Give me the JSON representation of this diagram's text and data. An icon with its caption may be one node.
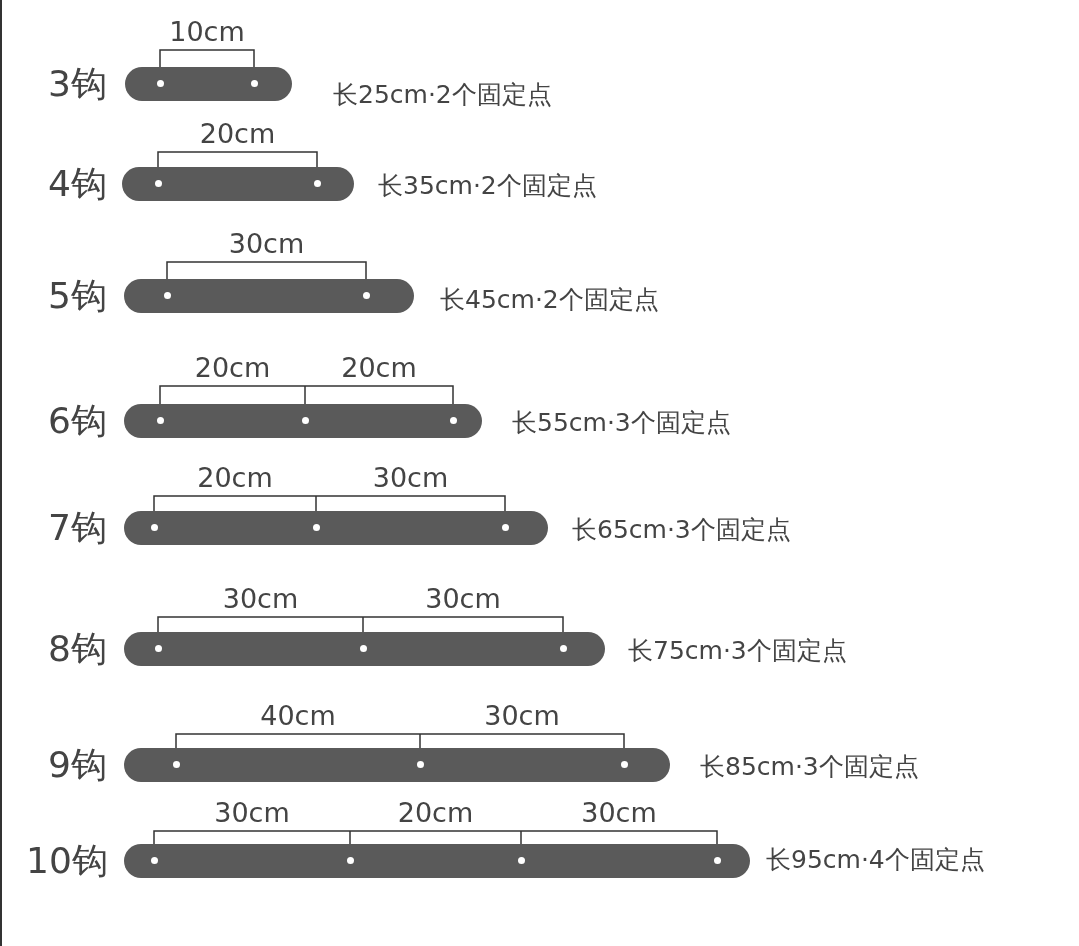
{
  "diagram": {
    "nodes": [
      {
        "text": [],
        "shape": "bar",
        "beside": [
          "3钩",
          "长25cm·2个固定点"
        ]
      },
      {
        "text": [],
        "shape": "bar",
        "beside": [
          "4钩",
          "长35cm·2个固定点"
        ]
      },
      {
        "text": [],
        "shape": "bar",
        "beside": [
          "5钩",
          "长45cm·2个固定点"
        ]
      },
      {
        "text": [],
        "shape": "bar",
        "beside": [
          "6钩",
          "长55cm·3个固定点"
        ]
      },
      {
        "text": [],
        "shape": "bar",
        "beside": [
          "7钩",
          "长65cm·3个固定点"
        ]
      },
      {
        "text": [],
        "shape": "bar",
        "beside": [
          "8钩",
          "长75cm·3个固定点"
        ]
      },
      {
        "text": [],
        "shape": "bar",
        "beside": [
          "9钩",
          "长85cm·3个固定点"
        ]
      },
      {
        "text": [],
        "shape": "bar",
        "beside": [
          "10钩",
          "长95cm·4个固定点"
        ]
      }
    ],
    "labels": [
      "10cm",
      "20cm",
      "30cm",
      "20cm",
      "20cm",
      "20cm",
      "30cm",
      "30cm",
      "30cm",
      "40cm",
      "30cm",
      "30cm",
      "20cm",
      "30cm"
    ]
  }
}
